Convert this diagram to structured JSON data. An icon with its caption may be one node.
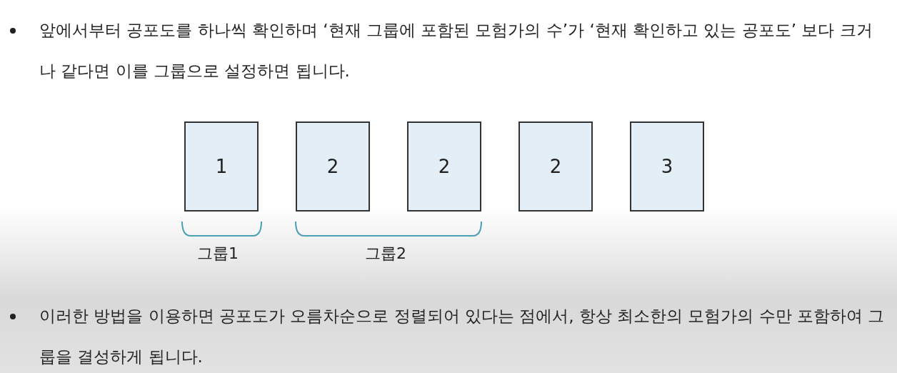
{
  "diagram": {
    "nodes": [
      {
        "text": [
          "1"
        ]
      },
      {
        "text": [
          "2"
        ]
      },
      {
        "text": [
          "2"
        ]
      },
      {
        "text": [
          "2"
        ]
      },
      {
        "text": [
          "3"
        ]
      }
    ],
    "edges": [],
    "labels": [
      "앞에서부터 공포도를 하나씩 확인하며 ‘현재 그룹에 포함된 모험가의 수’가 ‘현재 확인하고 있는 공포도’ 보다 크거나 같다면 이를 그룹으로 설정하면 됩니다.",
      "그룹1",
      "그룹2",
      "이러한 방법을 이용하면 공포도가 오름차순으로 정렬되어 있다는 점에서, 항상 최소한의 모험가의 수만 포함하여 그룹을 결성하게 됩니다."
    ]
  }
}
